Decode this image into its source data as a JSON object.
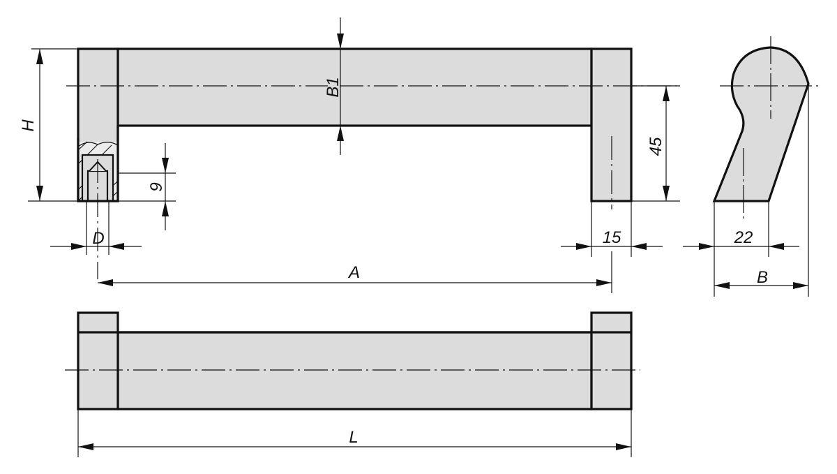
{
  "drawing": {
    "type": "technical drawing - pull handle",
    "colors": {
      "fill": "#dcdcdc",
      "line": "#111111",
      "background": "#ffffff"
    },
    "views": {
      "front": {
        "labels": {
          "H": "H",
          "B1": "B1",
          "D": "D",
          "A": "A",
          "thread_depth": "9",
          "height_45": "45",
          "width_15": "15"
        }
      },
      "side": {
        "labels": {
          "base_22": "22",
          "B": "B"
        }
      },
      "top": {
        "labels": {
          "L": "L"
        }
      }
    }
  }
}
